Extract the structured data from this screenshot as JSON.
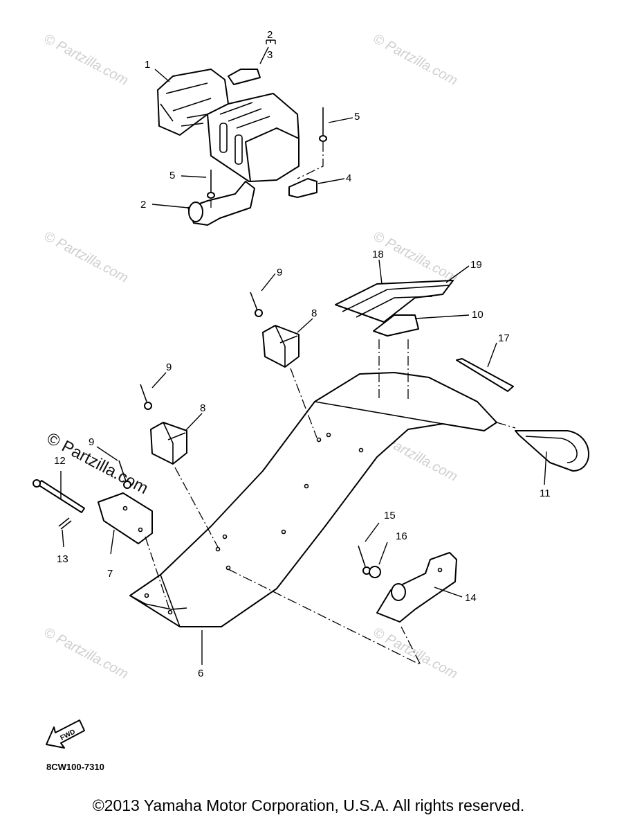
{
  "callouts": {
    "c1": "1",
    "c2a": "2",
    "c3": "3",
    "c2b": "2",
    "c4": "4",
    "c5a": "5",
    "c5b": "5",
    "c6": "6",
    "c7": "7",
    "c8a": "8",
    "c8b": "8",
    "c9a": "9",
    "c9b": "9",
    "c9c": "9",
    "c10": "10",
    "c11": "11",
    "c12": "12",
    "c13": "13",
    "c14": "14",
    "c15": "15",
    "c16": "16",
    "c17": "17",
    "c18": "18",
    "c19": "19"
  },
  "watermarks": {
    "w1": "© Partzilla.com",
    "w2": "© Partzilla.com",
    "w3": "© Partzilla.com",
    "w4": "© Partzilla.com",
    "w5": "© Partzilla.com",
    "w6": "© Partzilla.com",
    "w7": "© Partzilla.com",
    "w8": "© Partzilla.com"
  },
  "fwd_label": "FWD",
  "diagram_code": "8CW100-7310",
  "copyright": "©2013  Yamaha Motor Corporation, U.S.A. All rights reserved.",
  "colors": {
    "line": "#000000",
    "watermark": "#cfcfcf",
    "background": "#ffffff"
  }
}
